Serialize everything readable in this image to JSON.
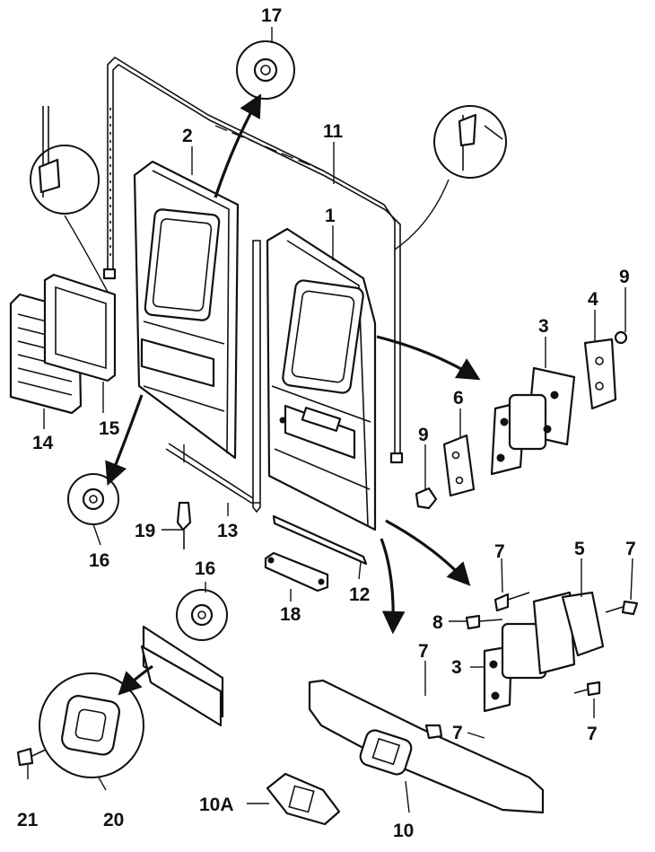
{
  "labels": {
    "p1": "1",
    "p2": "2",
    "p3a": "3",
    "p3b": "3",
    "p4": "4",
    "p5": "5",
    "p6": "6",
    "p7a": "7",
    "p7b": "7",
    "p7c": "7",
    "p7d": "7",
    "p7e": "7",
    "p8": "8",
    "p9a": "9",
    "p9b": "9",
    "p10": "10",
    "p10a": "10A",
    "p11": "11",
    "p12": "12",
    "p13": "13",
    "p14": "14",
    "p15": "15",
    "p16a": "16",
    "p16b": "16",
    "p17": "17",
    "p18": "18",
    "p19": "19",
    "p20": "20",
    "p21": "21"
  }
}
